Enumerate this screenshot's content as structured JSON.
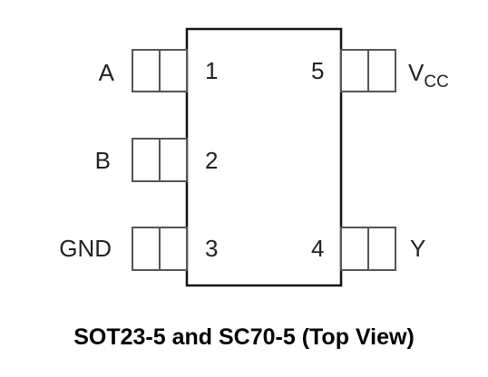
{
  "package": {
    "caption": "SOT23-5 and SC70-5 (Top View)",
    "left_pins": [
      {
        "number": "1",
        "name": "A"
      },
      {
        "number": "2",
        "name": "B"
      },
      {
        "number": "3",
        "name": "GND"
      }
    ],
    "right_pins": [
      {
        "number": "5",
        "name": "V",
        "name_sub": "CC"
      },
      {
        "number": "4",
        "name": "Y"
      }
    ]
  }
}
